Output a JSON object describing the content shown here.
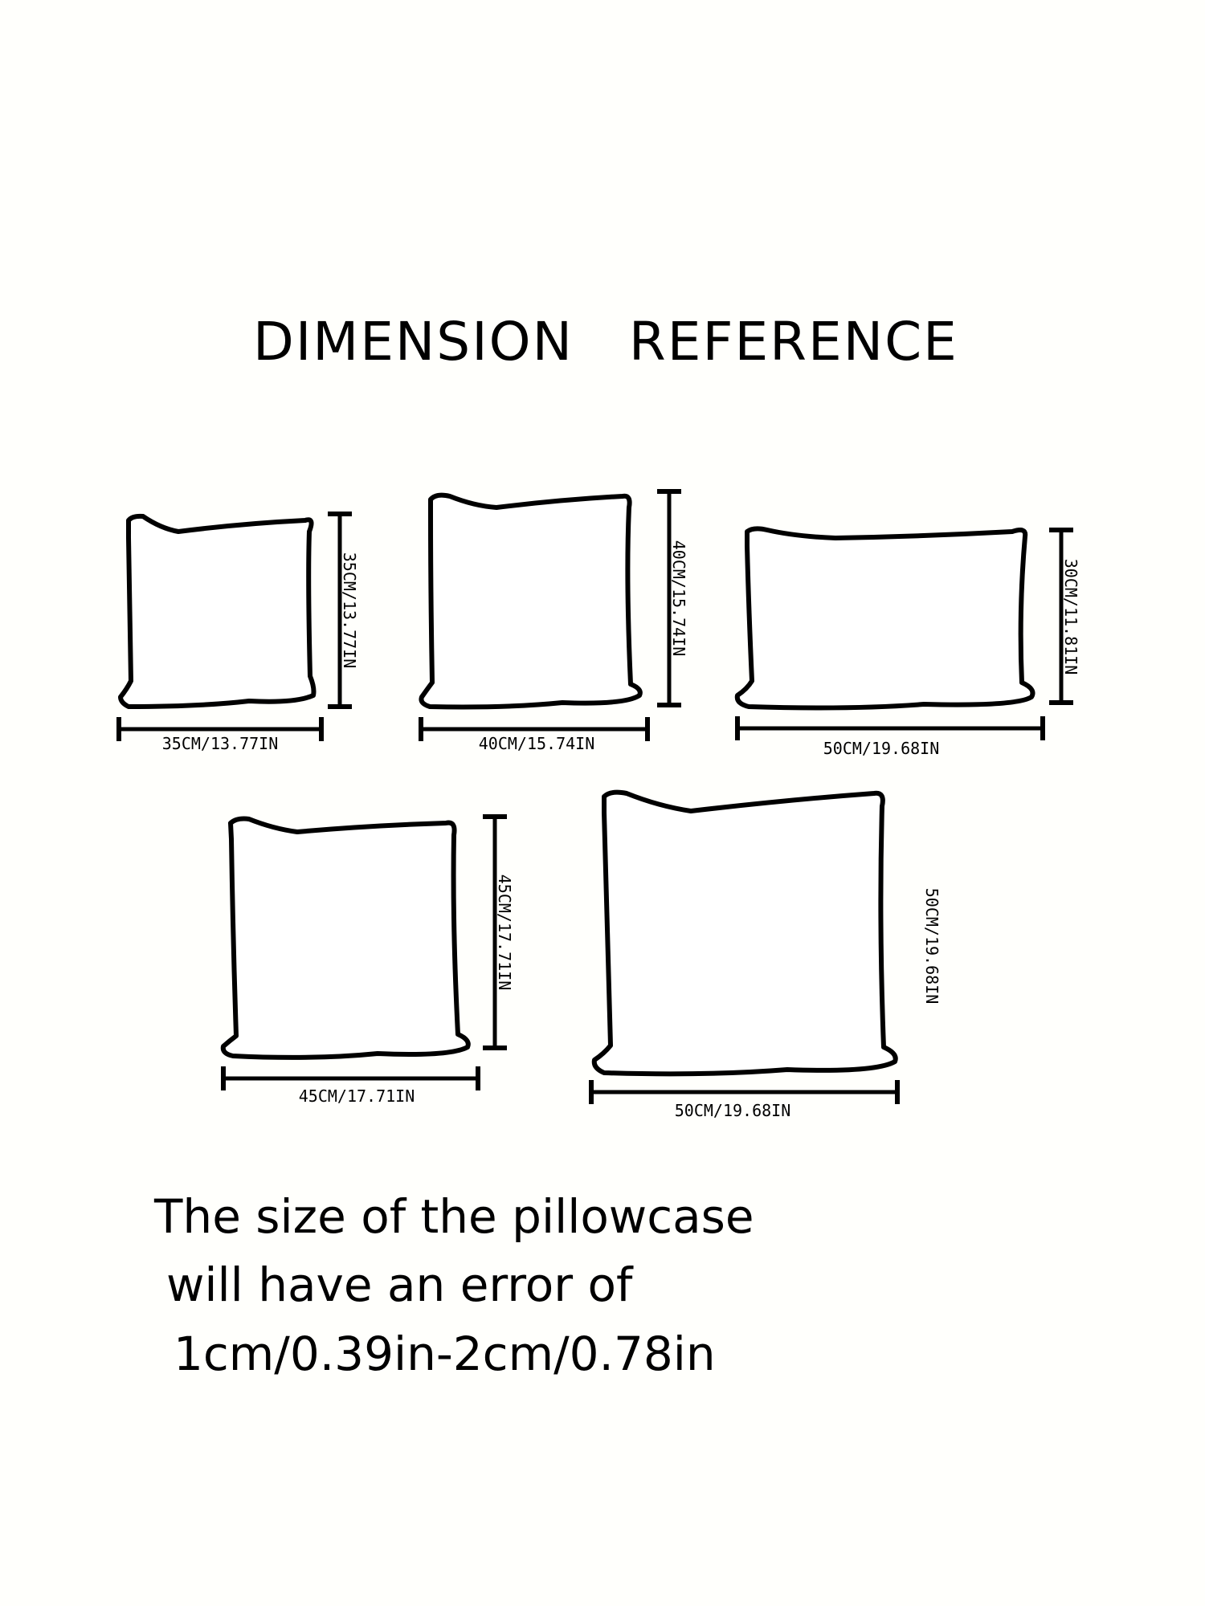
{
  "title": "DIMENSION   REFERENCE",
  "pillows": [
    {
      "id": "35",
      "width_label": "35CM/13.77IN",
      "height_label": "35CM/13.77IN"
    },
    {
      "id": "40",
      "width_label": "40CM/15.74IN",
      "height_label": "40CM/15.74IN"
    },
    {
      "id": "50x30",
      "width_label": "50CM/19.68IN",
      "height_label": "30CM/11.81IN"
    },
    {
      "id": "45",
      "width_label": "45CM/17.71IN",
      "height_label": "45CM/17.71IN"
    },
    {
      "id": "50",
      "width_label": "50CM/19.68IN",
      "height_label": "50CM/19.68IN"
    }
  ],
  "note": {
    "line1": "The size of the pillowcase",
    "line2": "will have an error of",
    "line3": "1cm/0.39in-2cm/0.78in"
  }
}
